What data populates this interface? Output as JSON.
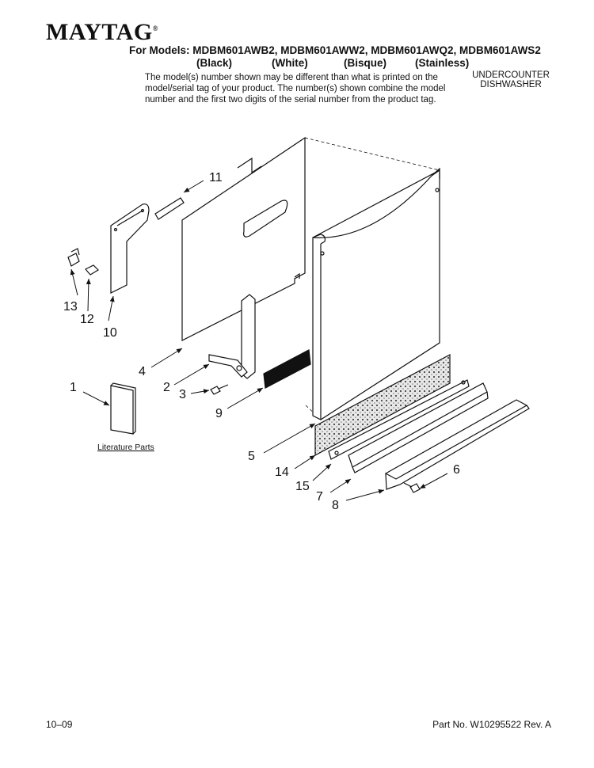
{
  "header": {
    "brand": "MAYTAG",
    "models_line": "For Models: MDBM601AWB2, MDBM601AWW2, MDBM601AWQ2, MDBM601AWS2",
    "colors": [
      "(Black)",
      "(White)",
      "(Bisque)",
      "(Stainless)"
    ],
    "notice_lines": [
      "The model(s) number shown may be different than what is printed on the",
      "model/serial tag of your product. The number(s) shown combine the model",
      "number and the first two digits of the serial number from the product tag."
    ],
    "category_lines": [
      "UNDERCOUNTER",
      "DISHWASHER"
    ]
  },
  "diagram": {
    "literature_label": "Literature Parts",
    "callouts": [
      "1",
      "2",
      "3",
      "4",
      "5",
      "6",
      "7",
      "8",
      "9",
      "10",
      "11",
      "12",
      "13",
      "14",
      "15"
    ]
  },
  "footer": {
    "date": "10–09",
    "part_no": "Part No. W10295522 Rev. A"
  }
}
